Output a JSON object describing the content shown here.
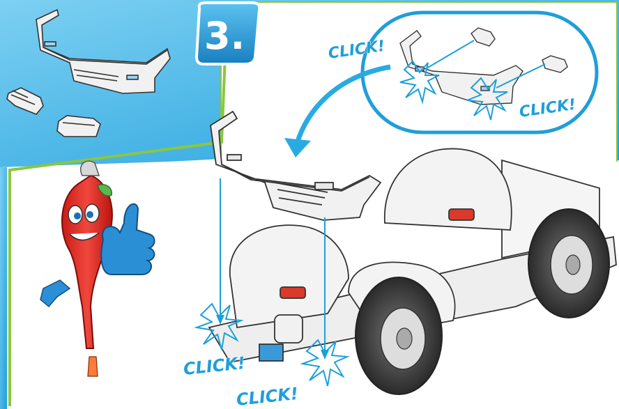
{
  "step": {
    "number": "3."
  },
  "callouts": {
    "inset_top": "CLICK!",
    "inset_right": "CLICK!",
    "bottom_left": "CLICK!",
    "bottom_center": "CLICK!"
  },
  "colors": {
    "sky_blue": "#29abe2",
    "accent_green": "#8cc63f",
    "click_blue": "#1e9fd9",
    "part_grey": "#eeeeee",
    "outline": "#333333",
    "mascot_red": "#e8332a",
    "thumb_blue": "#2b8fd6"
  },
  "icons": {
    "step_badge": "number-badge",
    "mascot": "chili-screwdriver-mascot",
    "thumbs_up": "thumbs-up-hand",
    "arrow": "curved-arrow"
  }
}
